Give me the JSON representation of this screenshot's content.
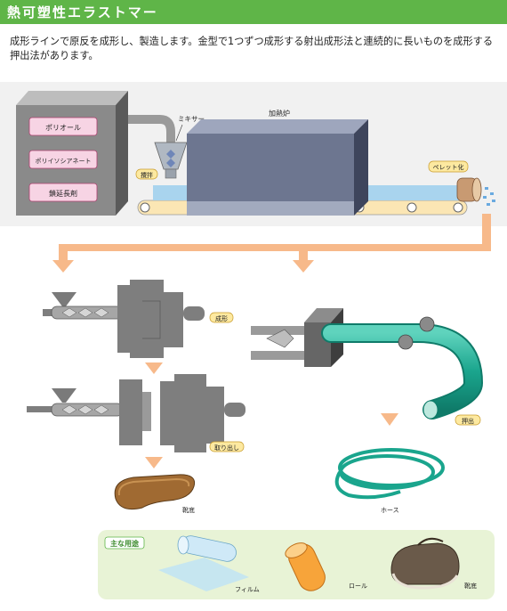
{
  "header": {
    "title": "熱可塑性エラストマー"
  },
  "intro": "成形ラインで原反を成形し、製造します。金型で1つずつ成形する射出成形法と連続的に長いものを成形する押出法があります。",
  "materials": [
    "ポリオール",
    "ポリイソシアネート",
    "鎖延長剤"
  ],
  "labels": {
    "mixer": "ミキサー",
    "furnace": "加熱炉",
    "stirring": "攪拌",
    "pellet": "ペレット化",
    "molding": "成形",
    "takeout": "取り出し",
    "extrusion": "押出",
    "shoe_sole": "靴底",
    "hose": "ホース"
  },
  "uses": {
    "title": "主な用途",
    "items": [
      "フィルム",
      "ロール",
      "靴底"
    ]
  },
  "colors": {
    "header_green": "#5fb548",
    "arrow_orange": "#f7b98a",
    "machine_gray": "#7e7e7e",
    "furnace_blue": "#6d7690",
    "tag_yellow": "#fde9a0",
    "tag_pink": "#f7d4e4",
    "hose_teal": "#1fae96",
    "uses_bg": "#e8f3d6"
  }
}
